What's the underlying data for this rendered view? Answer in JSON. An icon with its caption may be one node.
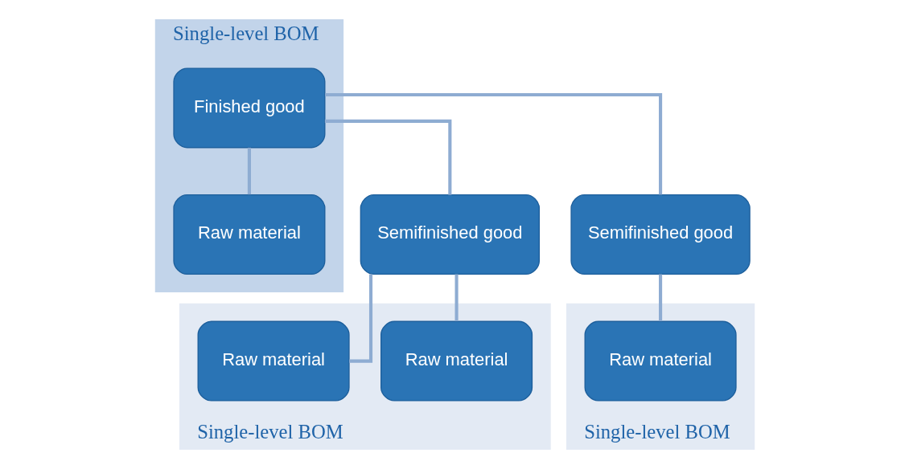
{
  "diagram": {
    "nodes": [
      {
        "text": [
          "Single-level BOM"
        ]
      },
      {
        "text": [
          "Finished good"
        ],
        "in": 0
      },
      {
        "text": [
          "Single-level BOM"
        ]
      },
      {
        "text": [
          "Semifinished good"
        ]
      },
      {
        "text": [
          "Raw material"
        ],
        "in": 2
      },
      {
        "text": [
          "Raw material"
        ],
        "in": 2
      },
      {
        "text": [
          "Single-level BOM"
        ]
      },
      {
        "text": [
          "Semifinished good"
        ]
      },
      {
        "text": [
          "Raw material"
        ],
        "in": 6
      },
      {
        "text": [
          "Raw material"
        ],
        "in": 0
      }
    ],
    "edges": [
      {
        "from": 1,
        "to": 3,
        "arrow": "none"
      },
      {
        "from": 1,
        "to": 7,
        "arrow": "none"
      },
      {
        "from": 1,
        "to": 9,
        "arrow": "none"
      },
      {
        "from": 3,
        "to": 4,
        "arrow": "none"
      },
      {
        "from": 3,
        "to": 5,
        "arrow": "none"
      },
      {
        "from": 7,
        "to": 8,
        "arrow": "none"
      }
    ]
  }
}
